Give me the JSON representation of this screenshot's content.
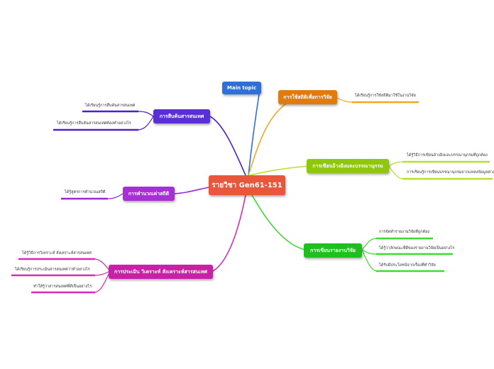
{
  "central": {
    "label": "รายวิชา Gen61-151",
    "color": "#e8563c"
  },
  "floating": {
    "label": "Main topic",
    "color": "#2e6fd8"
  },
  "branches": [
    {
      "label": "การใช้สถิติเพื่อการวิจัย",
      "color": "#e07b10",
      "line_color": "#f5a623",
      "leaves": [
        "ได้เรียนรู้การใช้สถิติมาใช้ในงานวิจัย"
      ]
    },
    {
      "label": "การเขียนอ้างอิงและบรรณานุกรม",
      "color": "#8fc70d",
      "line_color": "#b8e02a",
      "leaves": [
        "ได้รู้วิธีการเขียนอ้างอิงและบรรณานุกรมที่ถูกต้อง",
        "การเรียนรู้การเขียนบรรณานุกรมจากแหล่งข้อมูลต่างๆ"
      ]
    },
    {
      "label": "การเขียนรายงานวิจัย",
      "color": "#1fbf1f",
      "line_color": "#3ddc2e",
      "leaves": [
        "การจัดทำรายงานวิจัยที่ถูกต้อง",
        "ได้รู้ว่าลักษณะที่ดีของรายงานวิจัยเป็นอย่างไร",
        "ได้รับมีประโยชน์จากเรื่องที่ทำวิจัย"
      ]
    },
    {
      "label": "การประเมิน วิเคราะห์ สังเคราะห์สารสนเทศ",
      "color": "#cc1fa8",
      "line_color": "#d62bb8",
      "leaves": [
        "ได้รู้วิธีการวิเคราะห์ สังเคราะห์สารสนเทศ",
        "ได้เรียนรู้การประเมินสารสนเทศว่าทำอย่างไร",
        "ทำให้รู้ว่าสารสนเทศที่ดีเป็นอย่างไร"
      ]
    },
    {
      "label": "การคำนวณค่าสถิติ",
      "color": "#a62fd6",
      "line_color": "#9b27d0",
      "leaves": [
        "ได้รู้สูตรการคำนวณสถิติ"
      ]
    },
    {
      "label": "การสืบค้นสารสนเทศ",
      "color": "#5a2fd6",
      "line_color": "#4b22c9",
      "leaves": [
        "ได้เรียนรู้การสืบค้นสารสนเทศ",
        "ได้เรียนรู้การสืบค้นสารสนเทศต้องทำอย่างไร"
      ]
    }
  ]
}
